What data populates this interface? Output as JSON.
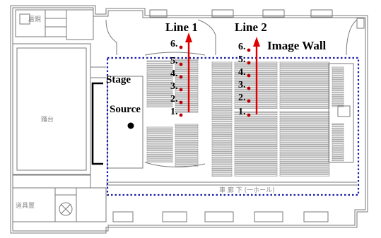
{
  "title": "",
  "labels": {
    "line1": "Line 1",
    "line2": "Line 2",
    "image_wall": "Image Wall",
    "stage": "Stage",
    "source": "Source"
  },
  "room_labels": {
    "top_left": "厝鋧",
    "left_hall": "踊台",
    "bottom_left": "道具置",
    "bottom_center": "車 廊 下 (一ホール)"
  },
  "line1_points": [
    "1.",
    "2.",
    "3.",
    "4.",
    "5.",
    "6."
  ],
  "line2_points": [
    "1.",
    "2.",
    "3.",
    "4.",
    "5.",
    "6."
  ],
  "colors": {
    "arrow": "#e00000",
    "point": "#c00000",
    "wall_outline": "#1a1aa8",
    "plan_lines": "#7a7a7a",
    "text": "#000000"
  }
}
